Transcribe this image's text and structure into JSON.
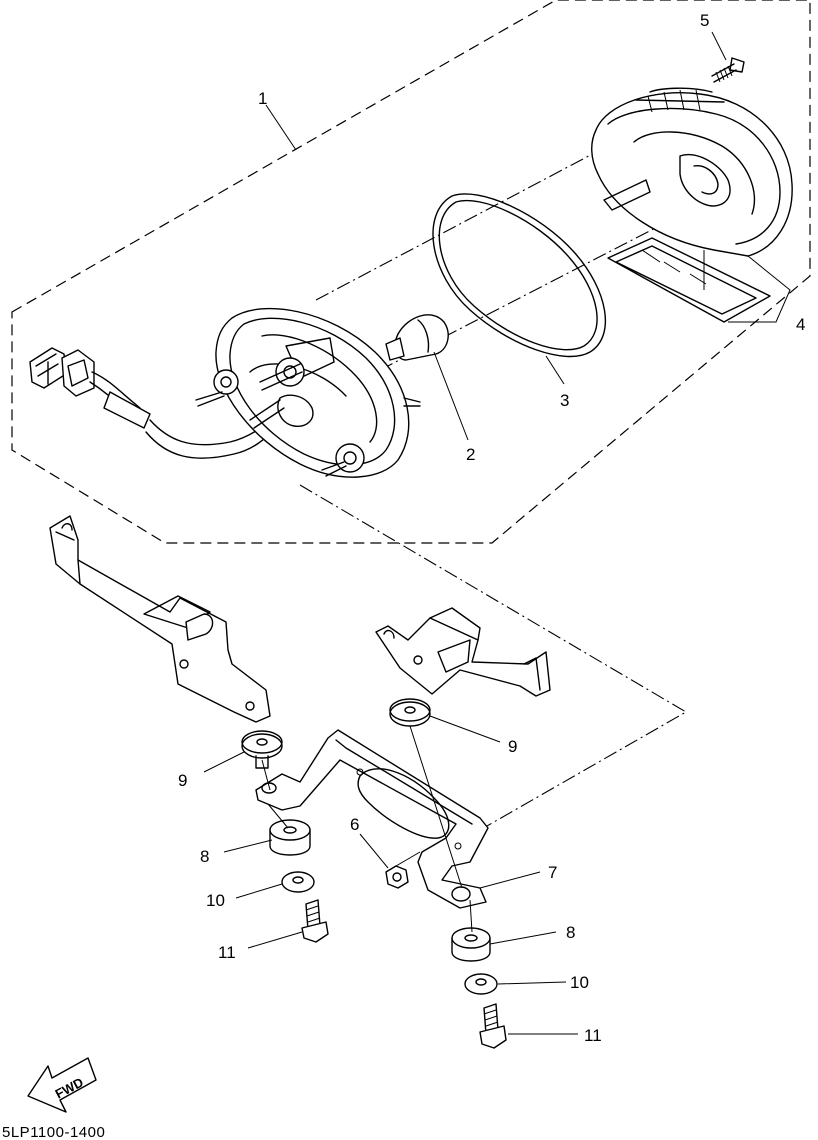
{
  "diagram": {
    "drawing_code": "5LP1100-1400",
    "direction_label": "FWD",
    "callouts": [
      {
        "id": "c1",
        "label": "1"
      },
      {
        "id": "c2",
        "label": "2"
      },
      {
        "id": "c3",
        "label": "3"
      },
      {
        "id": "c4",
        "label": "4"
      },
      {
        "id": "c5",
        "label": "5"
      },
      {
        "id": "c6",
        "label": "6"
      },
      {
        "id": "c7",
        "label": "7"
      },
      {
        "id": "c8a",
        "label": "8"
      },
      {
        "id": "c8b",
        "label": "8"
      },
      {
        "id": "c9a",
        "label": "9"
      },
      {
        "id": "c9b",
        "label": "9"
      },
      {
        "id": "c10a",
        "label": "10"
      },
      {
        "id": "c10b",
        "label": "10"
      },
      {
        "id": "c11a",
        "label": "11"
      },
      {
        "id": "c11b",
        "label": "11"
      }
    ]
  }
}
